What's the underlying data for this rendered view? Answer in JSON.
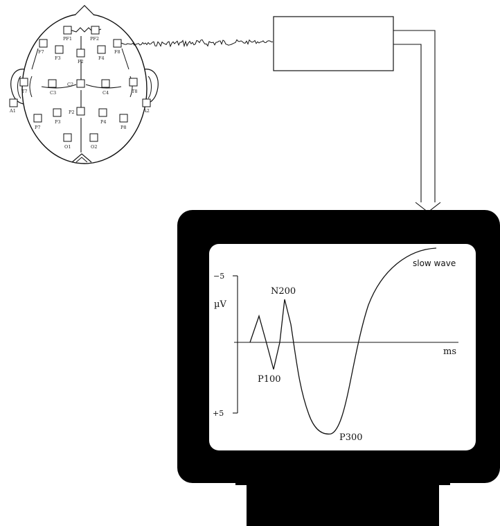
{
  "head": {
    "electrodes": [
      {
        "id": "fp1",
        "label": "PF1"
      },
      {
        "id": "fp2",
        "label": "PF2"
      },
      {
        "id": "f7",
        "label": "F7"
      },
      {
        "id": "f3",
        "label": "F3"
      },
      {
        "id": "fz",
        "label": "F2"
      },
      {
        "id": "f4",
        "label": "F4"
      },
      {
        "id": "f8",
        "label": "F8"
      },
      {
        "id": "t7",
        "label": "T7"
      },
      {
        "id": "c3",
        "label": "C3"
      },
      {
        "id": "cz",
        "label": "C2"
      },
      {
        "id": "c4",
        "label": "C4"
      },
      {
        "id": "t8",
        "label": "T8"
      },
      {
        "id": "p7",
        "label": "P7"
      },
      {
        "id": "p3",
        "label": "P3"
      },
      {
        "id": "pz",
        "label": "P2"
      },
      {
        "id": "p4",
        "label": "P4"
      },
      {
        "id": "p8",
        "label": "P8"
      },
      {
        "id": "o1",
        "label": "O1"
      },
      {
        "id": "o2",
        "label": "O2"
      }
    ],
    "ear_left_label": "A1",
    "ear_right_label": "A2"
  },
  "monitor": {
    "y_top_tick": "−5",
    "y_bottom_tick": "+5",
    "y_unit": "µV",
    "x_unit": "ms",
    "peaks": {
      "p100": "P100",
      "n200": "N200",
      "p300": "P300"
    },
    "slow_wave_label": "slow wave"
  }
}
